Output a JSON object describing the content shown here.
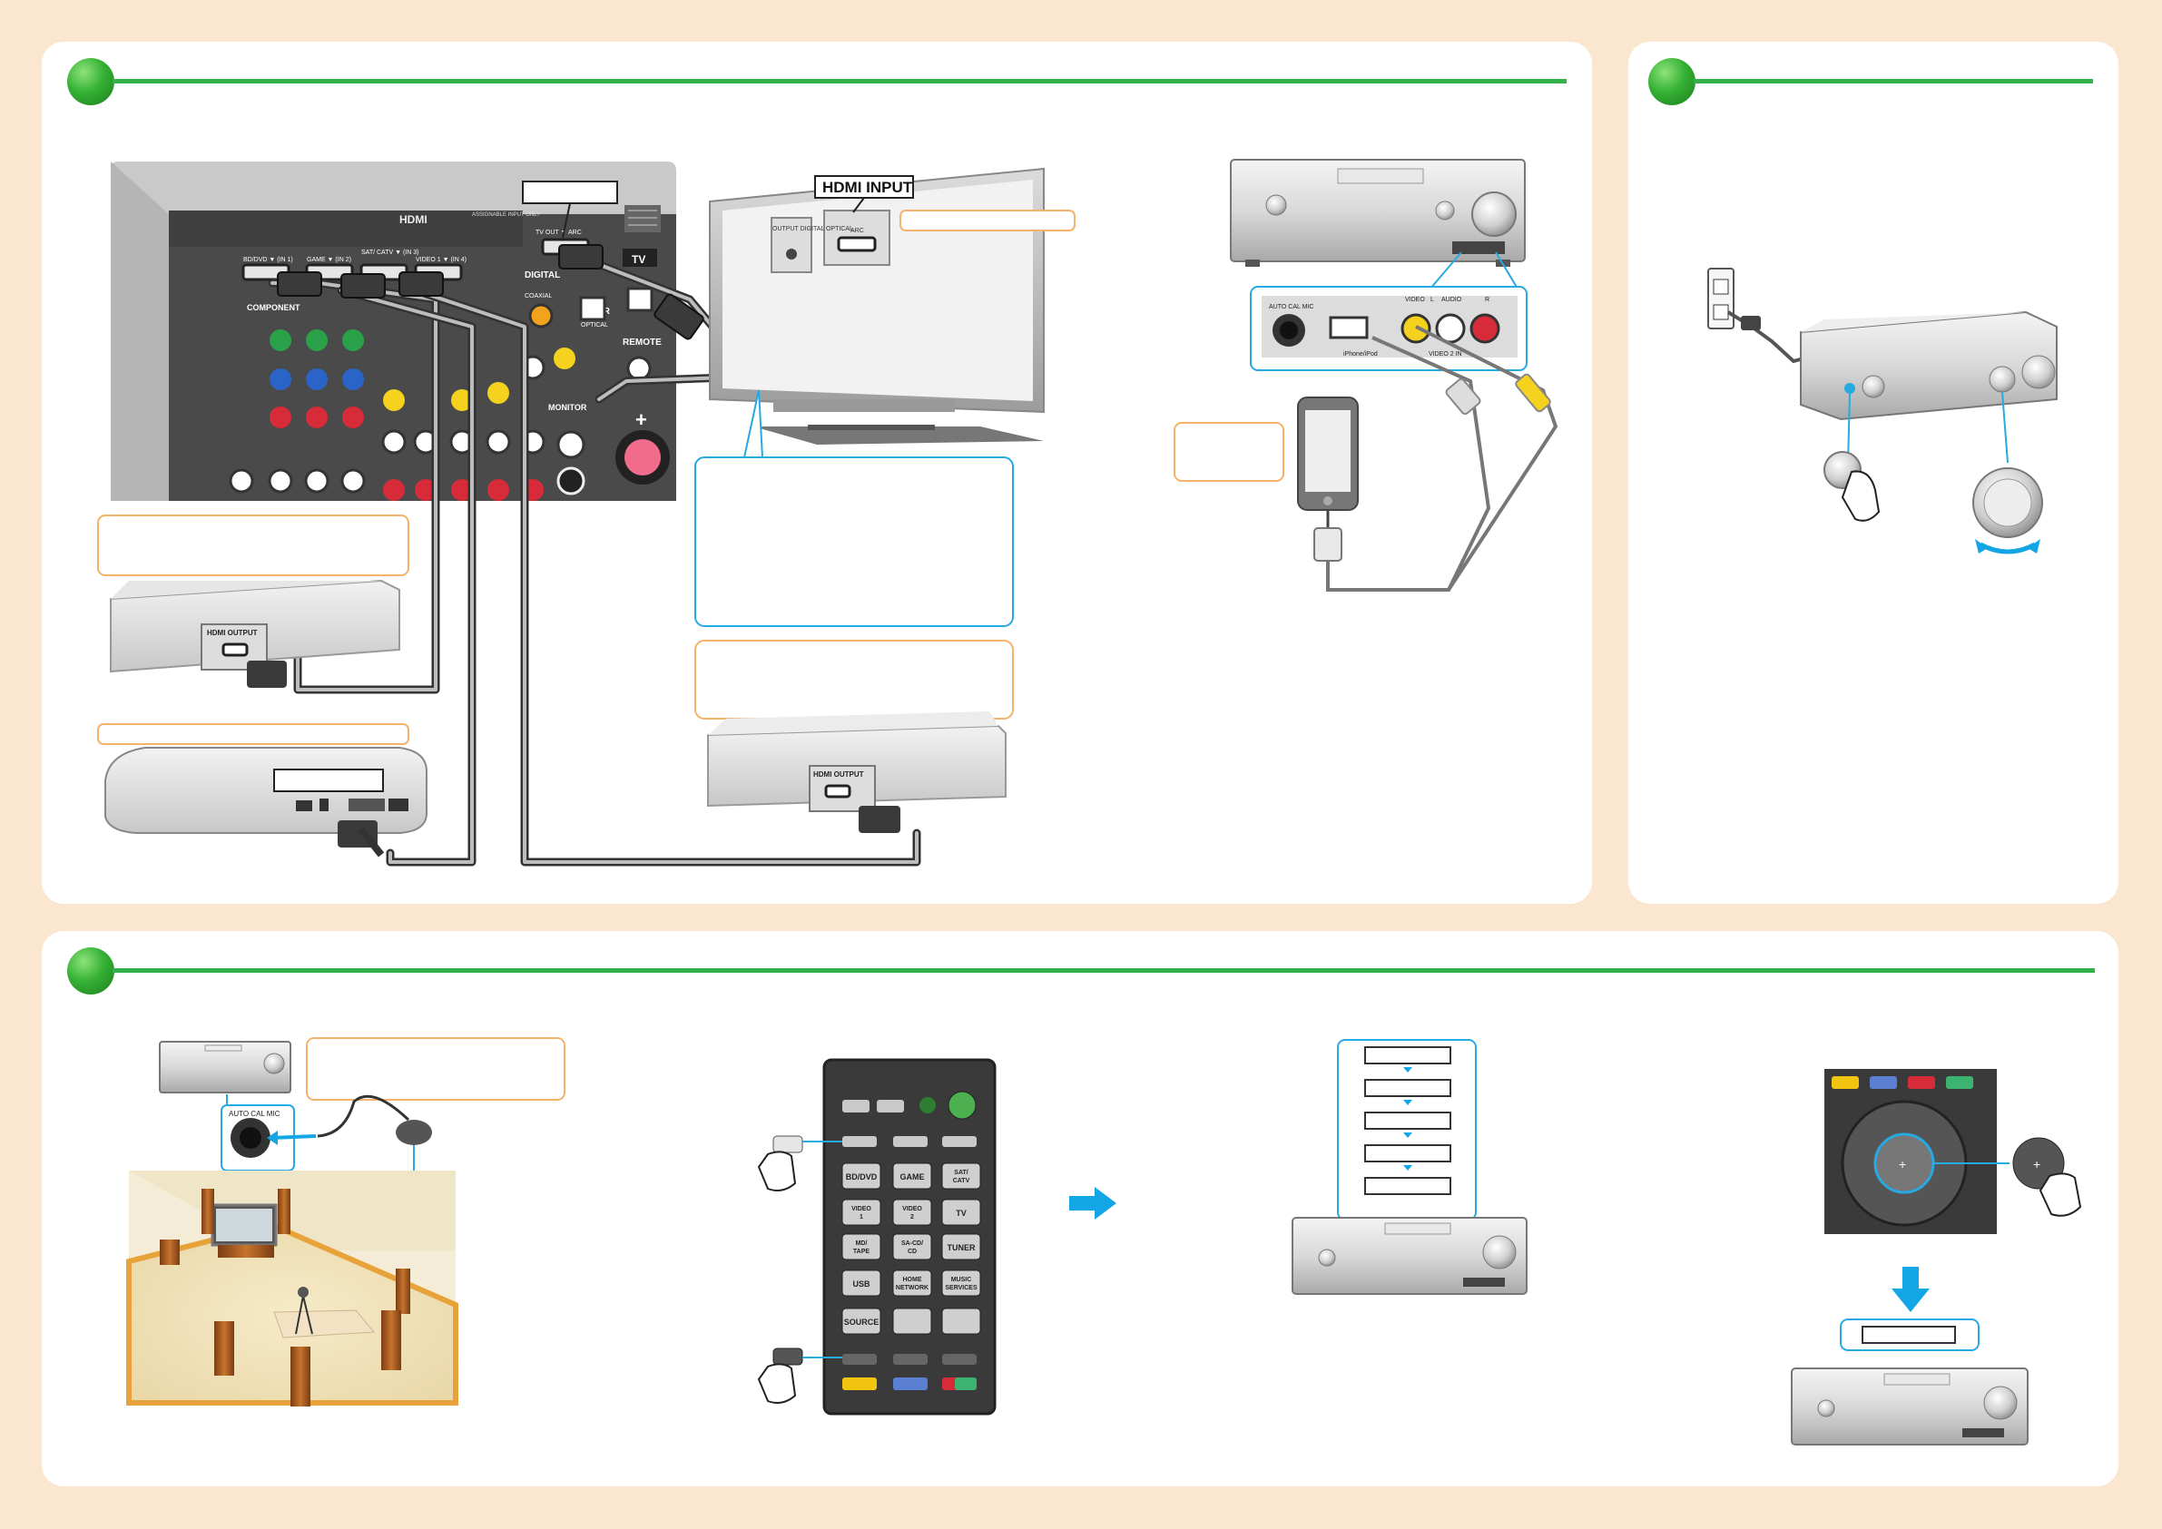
{
  "labels": {
    "hdmi_input": "HDMI INPUT",
    "hdmi": "HDMI",
    "assignable_input_only": "ASSIGNABLE INPUT ONLY",
    "bd_dvd_in1": "BD/DVD ▼ (IN 1)",
    "game_in2": "GAME ▼ (IN 2)",
    "sat_catv_in3": "SAT/ CATV ▼ (IN 3)",
    "video1_in4": "VIDEO 1 ▼ (IN 4)",
    "tv_out_arc": "TV OUT ▼ ARC",
    "component": "COMPONENT",
    "digital": "DIGITAL",
    "coaxial": "COAXIAL",
    "optical": "OPTICAL",
    "tv": "TV",
    "ir": "IR",
    "remote": "REMOTE",
    "monitor": "MONITOR",
    "hdmi_output": "HDMI OUTPUT",
    "output_digital_optical": "OUTPUT DIGITAL OPTICAL",
    "arc": "ARC",
    "auto_cal_mic": "AUTO CAL MIC",
    "video": "VIDEO",
    "audio": "AUDIO",
    "l": "L",
    "r": "R",
    "iphone_ipod": "iPhone/iPod",
    "video_2_in": "VIDEO 2 IN"
  },
  "remote_buttons": {
    "bd_dvd": "BD/DVD",
    "game": "GAME",
    "sat_catv": "SAT/ CATV",
    "video1": "VIDEO 1",
    "video2": "VIDEO 2",
    "tv": "TV",
    "md_tape": "MD/ TAPE",
    "sa_cd_cd": "SA-CD/ CD",
    "tuner": "TUNER",
    "usb": "USB",
    "home_network": "HOME NETWORK",
    "music_services": "MUSIC SERVICES",
    "source": "SOURCE"
  },
  "colors": {
    "background": "#fbe6cf",
    "panel": "#ffffff",
    "step_green": "#33b14a",
    "callout_orange": "#f5b26b",
    "callout_blue": "#27a9e1",
    "arrow_blue": "#13a6e6"
  },
  "icons": {
    "step_marker": "green-circle-icon",
    "arrow_right": "arrow-right-icon",
    "arrow_down": "arrow-down-icon",
    "pointing_hand": "pointing-hand-icon",
    "rotate_arrows": "rotate-arrows-icon"
  }
}
